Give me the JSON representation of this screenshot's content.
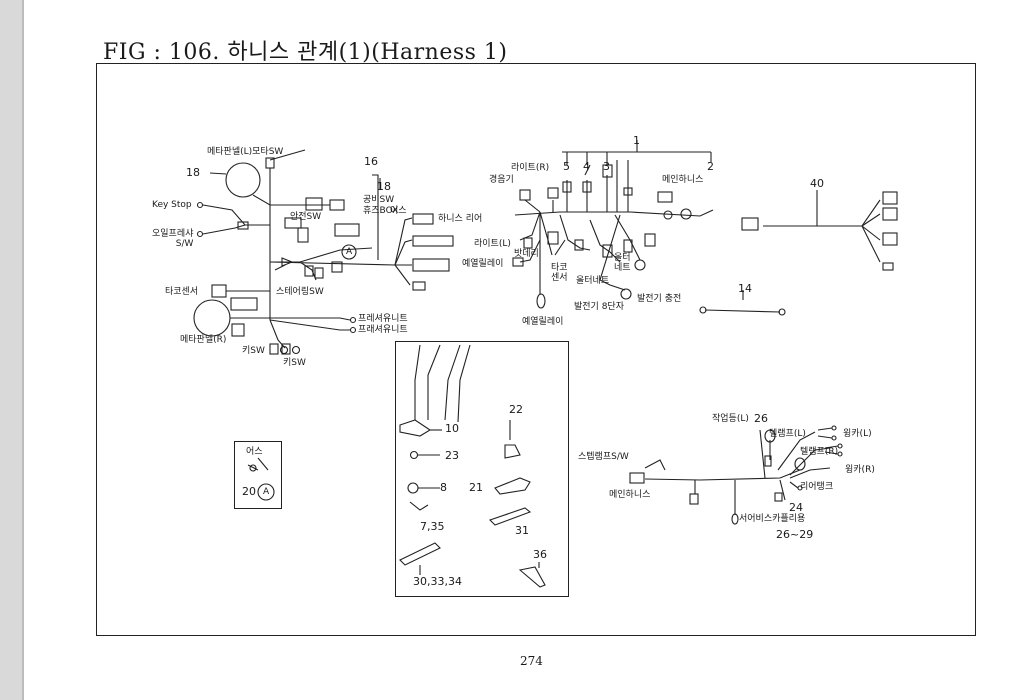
{
  "title": "FIG : 106. 하니스 관계(1)(Harness 1)",
  "page_number": "274",
  "labels": {
    "meter_panel_l_motor_sw": "메타판넬(L)모타SW",
    "meter_panel_r": "메타판넬(R)",
    "key_stop": "Key Stop",
    "oil_pressure_sw": "오일프레샤\nS/W",
    "tacho_sensor": "타코센서",
    "safety_sw": "안전SW",
    "unbi_sw": "공비SW",
    "fuse_box": "휴즈BOX",
    "earth": "어스",
    "harness_rear": "하니스 리어",
    "steering_sw": "스테어링SW",
    "pressure_unit_1": "프레셔유니트",
    "pressure_unit_2": "프래셔유니트",
    "key_sw_1": "키SW",
    "key_sw_2": "키SW",
    "horn": "경음기",
    "light_r": "라이트(R)",
    "light_l": "라이트(L)",
    "battery": "밧데리",
    "preheat_relay_1": "예열릴레이",
    "preheat_relay_2": "예열릴레이",
    "tacho_sensor_2": "타코\n센서",
    "alternator_1": "올터\n네트",
    "alternator_2": "올터네트",
    "generator_8pin": "발전기 8단자",
    "generator_charge": "발전기 충전",
    "main_harness_1": "메인하니스",
    "main_harness_2": "메인하니스",
    "work_lamp_l": "작업등(L)",
    "tail_lamp_l": "텔램프(L)",
    "tail_lamp_r": "텔램프(R)",
    "winker_l": "윙카(L)",
    "winker_r": "윙카(R)",
    "rear_tank": "리어탱크",
    "step_lamp_sw": "스텝램프S/W",
    "service_coupler": "서어비스카플리용",
    "legend_earth": "어스",
    "legend_ref": "20",
    "circle_a": "A"
  },
  "numbers": {
    "n1": "1",
    "n2": "2",
    "n3": "3",
    "n4": "4",
    "n5": "5",
    "n10": "10",
    "n14": "14",
    "n16": "16",
    "n18a": "18",
    "n18b": "18",
    "n21": "21",
    "n22": "22",
    "n23": "23",
    "n24": "24",
    "n26": "26",
    "n26_29": "26~29",
    "n8": "8",
    "n7_35": "7,35",
    "n31": "31",
    "n30_33_34": "30,33,34",
    "n36": "36",
    "n40": "40"
  }
}
